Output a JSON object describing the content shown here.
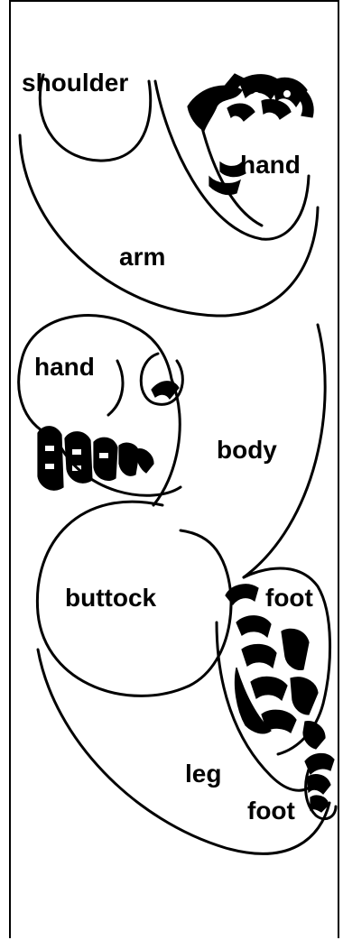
{
  "diagram": {
    "labels": {
      "shoulder": "shoulder",
      "hand_upper": "hand",
      "arm": "arm",
      "hand_left": "hand",
      "body": "body",
      "buttock": "buttock",
      "foot_upper": "foot",
      "leg": "leg",
      "foot_lower": "foot"
    }
  }
}
